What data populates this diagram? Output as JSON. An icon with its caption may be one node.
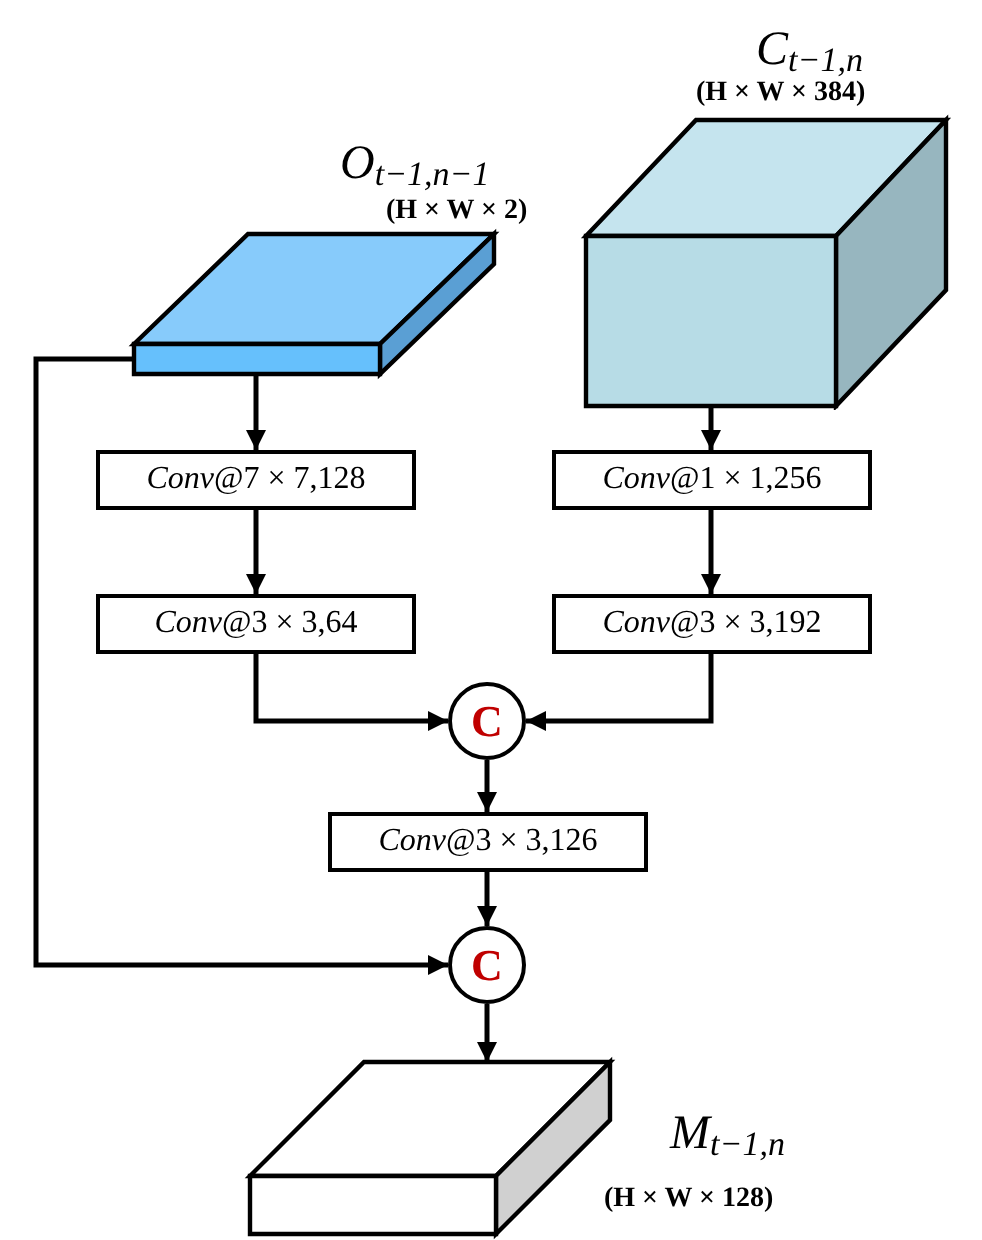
{
  "diagram": {
    "nodes": [
      {
        "text": [
          "O$_{t−1,n−1}$",
          "(H × W × 2)"
        ]
      },
      {
        "text": [
          "C$_{t−1,n}$",
          "(H × W × 384)"
        ]
      },
      {
        "text": [
          "*Conv*@7 × 7,128"
        ]
      },
      {
        "text": [
          "*Conv*@3 × 3,64"
        ]
      },
      {
        "text": [
          "*Conv*@1 × 1,256"
        ]
      },
      {
        "text": [
          "*Conv*@3 × 3,192"
        ]
      },
      {
        "text": [
          "C"
        ]
      },
      {
        "text": [
          "*Conv*@3 × 3,126"
        ]
      },
      {
        "text": [
          "C"
        ]
      },
      {
        "text": [
          "M$_{t−1,n}$",
          "(H × W × 128)"
        ]
      }
    ],
    "edges": [
      {
        "from": 0,
        "to": 2,
        "arrow": "to"
      },
      {
        "from": 2,
        "to": 3,
        "arrow": "to"
      },
      {
        "from": 1,
        "to": 4,
        "arrow": "to"
      },
      {
        "from": 4,
        "to": 5,
        "arrow": "to"
      },
      {
        "from": 3,
        "to": 6,
        "arrow": "to"
      },
      {
        "from": 5,
        "to": 6,
        "arrow": "to"
      },
      {
        "from": 6,
        "to": 7,
        "arrow": "to"
      },
      {
        "from": 7,
        "to": 8,
        "arrow": "to"
      },
      {
        "from": 0,
        "to": 8,
        "arrow": "to"
      },
      {
        "from": 8,
        "to": 9,
        "arrow": "to"
      }
    ]
  }
}
